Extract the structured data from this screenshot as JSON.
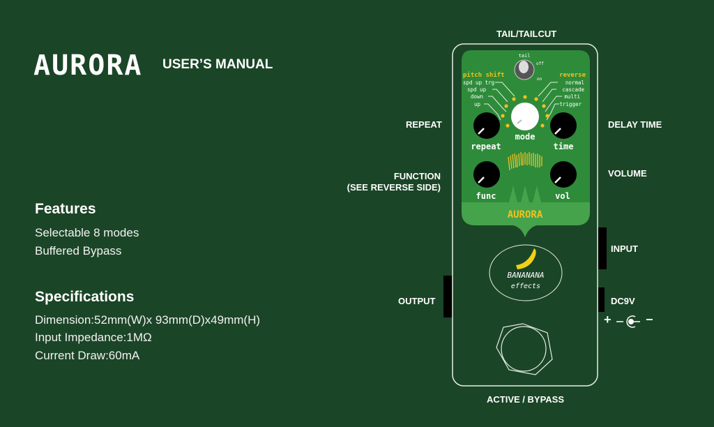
{
  "header": {
    "logo_text": "AURORA",
    "title": "USER’S MANUAL"
  },
  "features": {
    "title": "Features",
    "items": [
      "Selectable 8 modes",
      "Buffered Bypass"
    ]
  },
  "specifications": {
    "title": "Specifications",
    "items": [
      "Dimension:52mm(W)x 93mm(D)x49mm(H)",
      "Input Impedance:1MΩ",
      "Current Draw:60mA"
    ]
  },
  "callouts": {
    "tail": "TAIL/TAILCUT",
    "repeat": "REPEAT",
    "function_line1": "FUNCTION",
    "function_line2": "(SEE REVERSE SIDE)",
    "delay_time": "DELAY TIME",
    "volume": "VOLUME",
    "input": "INPUT",
    "dc": "DC9V",
    "dc_plus": "+",
    "dc_minus": "−",
    "output": "OUTPUT",
    "footswitch": "ACTIVE / BYPASS"
  },
  "pedal": {
    "toggle": {
      "label": "tail",
      "off": "off",
      "on": "on"
    },
    "pitch_shift": {
      "title": "pitch shift",
      "modes": [
        "spd up trg",
        "spd up",
        "down",
        "up"
      ]
    },
    "reverse": {
      "title": "reverse",
      "modes": [
        "normal",
        "cascade",
        "multi",
        "trigger"
      ]
    },
    "knobs": {
      "repeat": "repeat",
      "mode": "mode",
      "time": "time",
      "func": "func",
      "vol": "vol"
    },
    "brand_band": "AURORA",
    "maker_line1": "BANANANA",
    "maker_line2": "effects"
  },
  "colors": {
    "background": "#1b4527",
    "panel_green": "#2e8b3a",
    "band_green": "#3a9a45",
    "accent_yellow": "#f0c020",
    "outline": "#e8efe0"
  }
}
